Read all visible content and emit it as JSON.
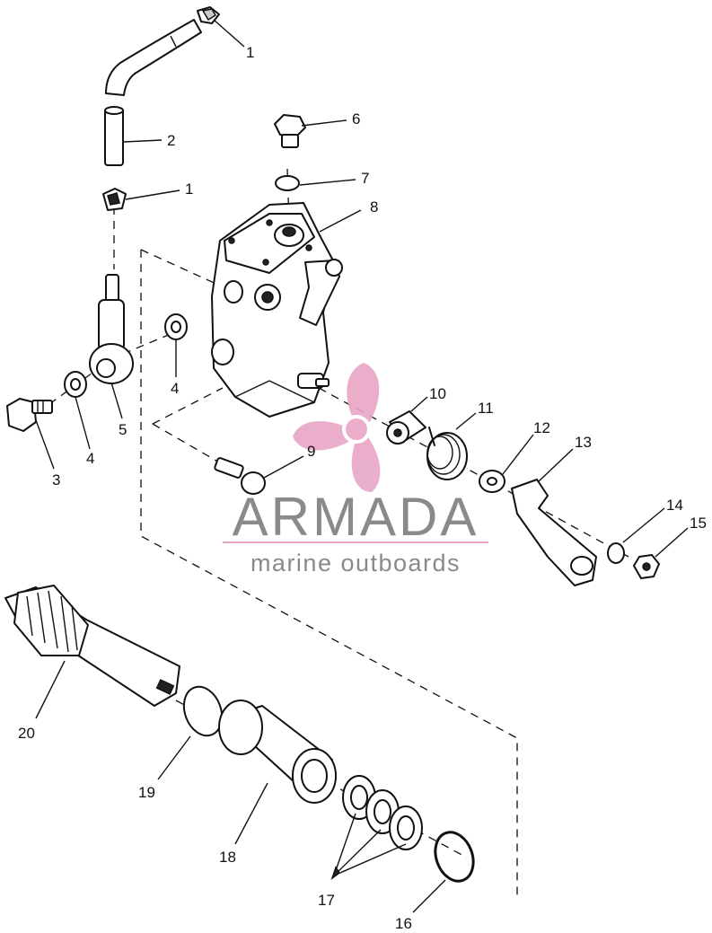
{
  "callouts": [
    "1",
    "2",
    "1",
    "3",
    "4",
    "5",
    "4",
    "6",
    "7",
    "8",
    "9",
    "10",
    "11",
    "12",
    "13",
    "14",
    "15",
    "16",
    "17",
    "18",
    "19",
    "20"
  ],
  "watermark": {
    "name": "ARMADA",
    "tagline": "marine outboards",
    "logo_color": "#e8a6c6",
    "text_color": "#8a8a8a"
  }
}
